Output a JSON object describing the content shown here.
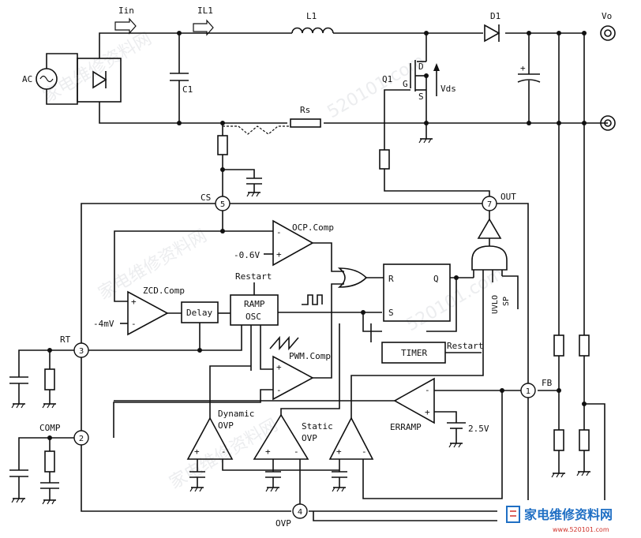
{
  "labels": {
    "iin": "Iin",
    "il1": "IL1",
    "l1": "L1",
    "d1": "D1",
    "vo": "Vo",
    "ac": "AC",
    "c1": "C1",
    "rs": "Rs",
    "q1": "Q1",
    "d": "D",
    "g": "G",
    "s": "S",
    "vds": "Vds",
    "cs": "CS",
    "out": "OUT",
    "ocp_comp": "OCP.Comp",
    "minus_06v": "-0.6V",
    "restart_top": "Restart",
    "zcd_comp": "ZCD.Comp",
    "minus_4mv": "-4mV",
    "delay": "Delay",
    "ramp": "RAMP",
    "osc": "OSC",
    "r_in": "R",
    "s_in": "S",
    "q_out": "Q",
    "uvlo": "UVLO",
    "sp": "SP",
    "rt": "RT",
    "timer": "TIMER",
    "restart_timer": "Restart",
    "pwm_comp": "PWM.Comp",
    "fb": "FB",
    "comp": "COMP",
    "dynamic": "Dynamic",
    "ovp_dyn": "OVP",
    "static": "Static",
    "ovp_static": "OVP",
    "erramp": "ERRAMP",
    "v25": "2.5V",
    "ovp_pin": "OVP",
    "plus": "+",
    "minus": "-"
  },
  "pins": {
    "p1": "1",
    "p2": "2",
    "p3": "3",
    "p4": "4",
    "p5": "5",
    "p7": "7"
  },
  "watermark": {
    "site_cn": "家电维修资料网",
    "site_num": "520101.com"
  },
  "logo": {
    "cn": "家电维修资料网",
    "url": "www.520101.com"
  }
}
